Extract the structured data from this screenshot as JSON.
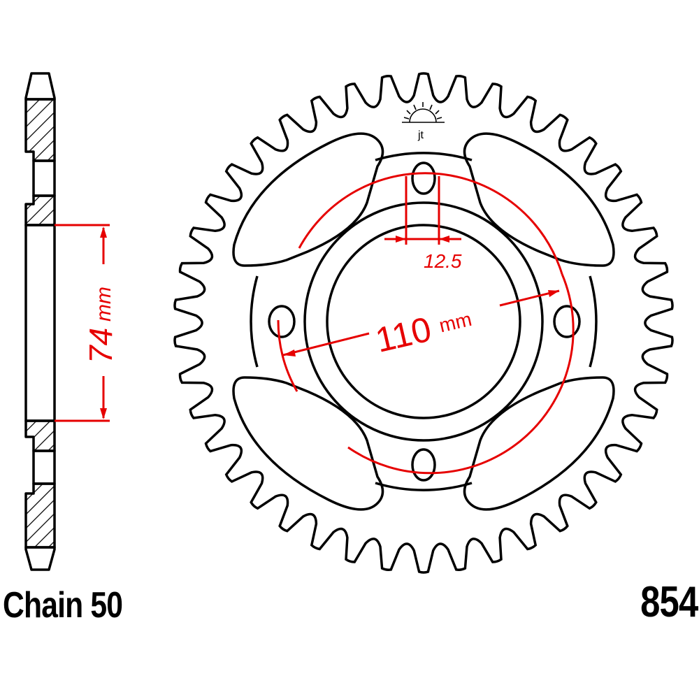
{
  "drawing": {
    "title": "Rear sprocket technical drawing",
    "part_number": "854",
    "chain_label": "Chain 50",
    "tooth_count": 42,
    "line_color": "#000000",
    "dimension_color": "#e60000",
    "dimensions": {
      "center_hole_width": {
        "value": "74",
        "unit": "mm"
      },
      "bolt_circle_diameter": {
        "value": "110",
        "unit": "mm"
      },
      "bolt_hole_diameter": {
        "value": "12.5"
      }
    },
    "bolt_holes": 4,
    "lightening_cutouts": 4,
    "logo": {
      "icon": "sun-logo-icon",
      "text": "jt"
    }
  }
}
